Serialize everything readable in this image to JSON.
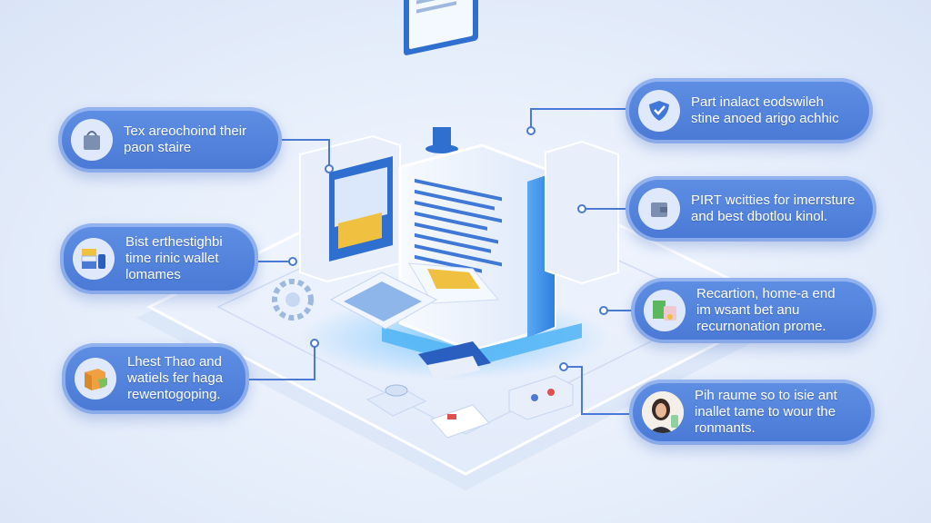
{
  "callouts": [
    {
      "id": "c1",
      "icon": "bag-icon",
      "text": "Tex areochoind their\npaon staire"
    },
    {
      "id": "c2",
      "icon": "wallet-stack-icon",
      "text": "Bist erthestighbi\ntime rinic wallet\nlomames"
    },
    {
      "id": "c3",
      "icon": "box-icon",
      "text": "Lhest Thao and\nwatiels fer haga\nrewentogoping."
    },
    {
      "id": "c4",
      "icon": "shield-icon",
      "text": "Part inalact eodswileh\nstine anoed arigo achhic"
    },
    {
      "id": "c5",
      "icon": "wallet-icon",
      "text": "PIRT wcitties for imerrsture\nand best dbotlou kinol."
    },
    {
      "id": "c6",
      "icon": "device-icon",
      "text": "Recartion, home-a end\nim wsant bet anu\nrecurnonation prome."
    },
    {
      "id": "c7",
      "icon": "person-avatar-icon",
      "text": "Pih raume so to isie ant\ninallet tame to wour the\nronmants."
    }
  ],
  "colors": {
    "callout": "#4f7fd9",
    "platform": "#eaf1fd",
    "accent": "#4fa3f0",
    "glow": "#7ec8ff"
  }
}
